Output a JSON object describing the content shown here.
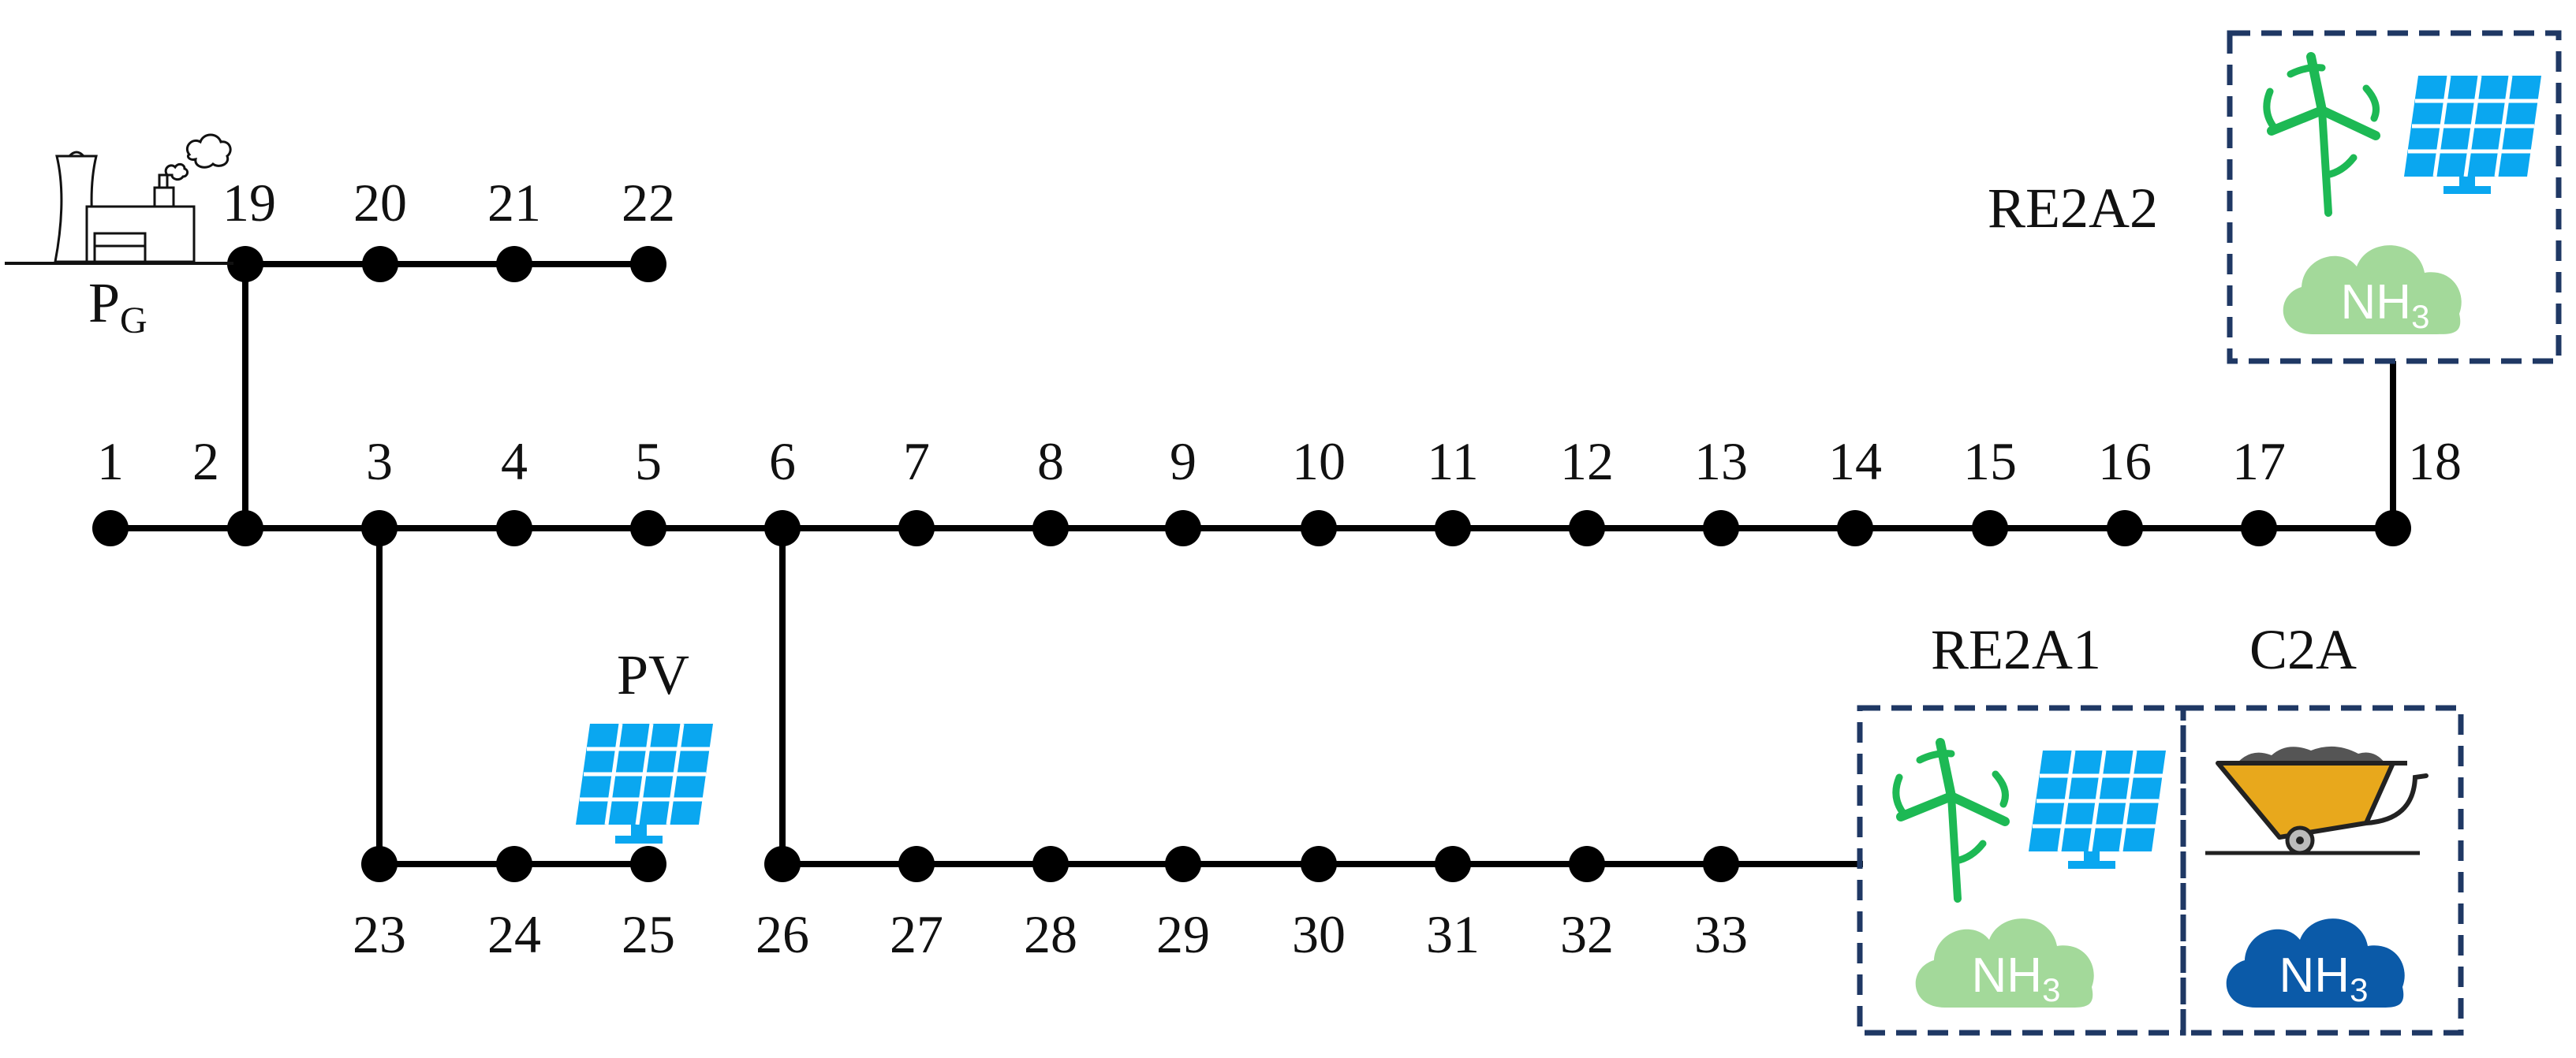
{
  "colors": {
    "bus": "#000000",
    "wind": "#1db954",
    "pv_panel": "#0aa7f0",
    "nh3_green": "#a3d99a",
    "nh3_blue": "#0b5aa8",
    "box_border": "#1f3864",
    "cart": "#e8a81c"
  },
  "icons": [
    "thermal-power-plant-icon",
    "wind-turbine-icon",
    "solar-panel-icon",
    "cloud-icon",
    "wheelbarrow-icon"
  ],
  "buses": {
    "n1": "1",
    "n2": "2",
    "n3": "3",
    "n4": "4",
    "n5": "5",
    "n6": "6",
    "n7": "7",
    "n8": "8",
    "n9": "9",
    "n10": "10",
    "n11": "11",
    "n12": "12",
    "n13": "13",
    "n14": "14",
    "n15": "15",
    "n16": "16",
    "n17": "17",
    "n18": "18",
    "n19": "19",
    "n20": "20",
    "n21": "21",
    "n22": "22",
    "n23": "23",
    "n24": "24",
    "n25": "25",
    "n26": "26",
    "n27": "27",
    "n28": "28",
    "n29": "29",
    "n30": "30",
    "n31": "31",
    "n32": "32",
    "n33": "33"
  },
  "labels": {
    "pg_main": "P",
    "pg_sub": "G",
    "pv": "PV",
    "re2a2": "RE2A2",
    "re2a1": "RE2A1",
    "c2a": "C2A",
    "nh3_main": "NH",
    "nh3_sub": "3"
  }
}
